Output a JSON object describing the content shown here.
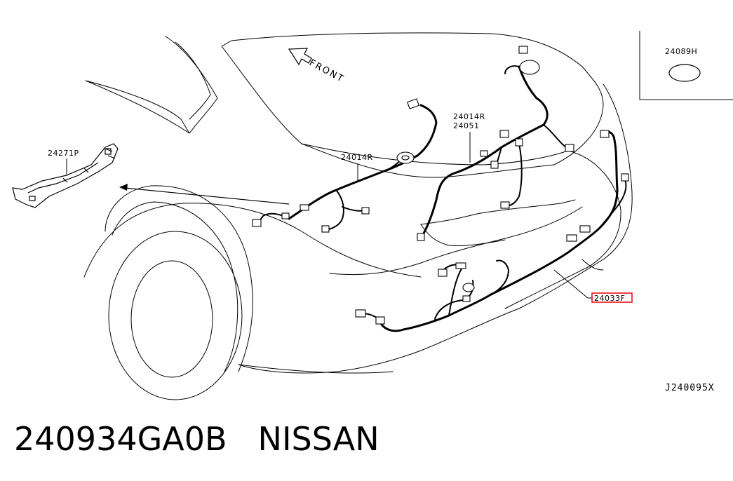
{
  "diagram": {
    "front_label": "FRONT",
    "callouts": {
      "a": "24271P",
      "b": "24014R",
      "c1": "24014R",
      "c2": "24051",
      "d": "24089H",
      "e": "24033F"
    },
    "code": "J240095X",
    "highlight_color": "#e8000b"
  },
  "title": {
    "part_number": "240934GA0B",
    "brand": "NISSAN"
  }
}
